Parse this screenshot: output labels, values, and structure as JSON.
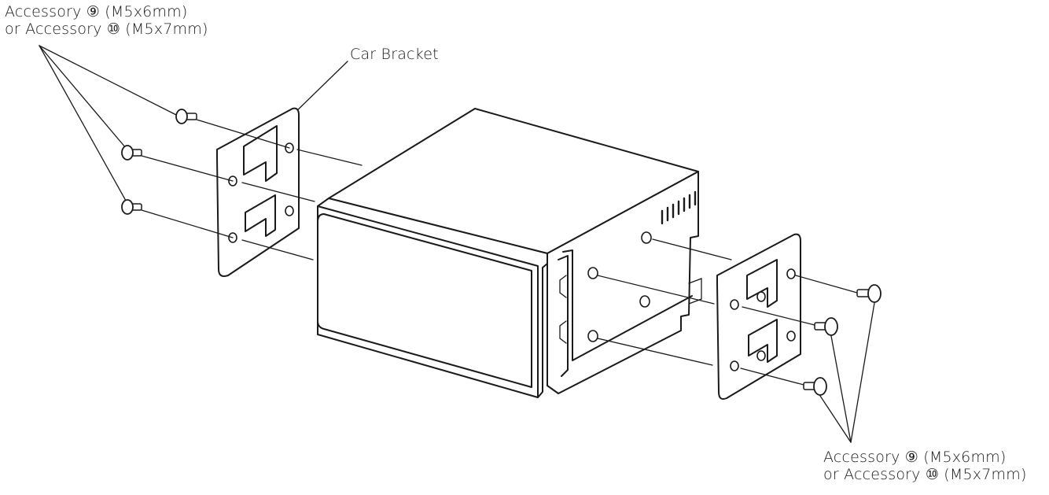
{
  "callouts": {
    "top_left": {
      "line1": "Accessory ⑨ (M5x6mm)",
      "line2": "or Accessory ⑩ (M5x7mm)"
    },
    "car_bracket": "Car Bracket",
    "bottom_right": {
      "line1": "Accessory ⑨ (M5x6mm)",
      "line2": "or Accessory ⑩ (M5x7mm)"
    }
  },
  "colors": {
    "line": "#1a1a1a",
    "background": "#ffffff"
  }
}
